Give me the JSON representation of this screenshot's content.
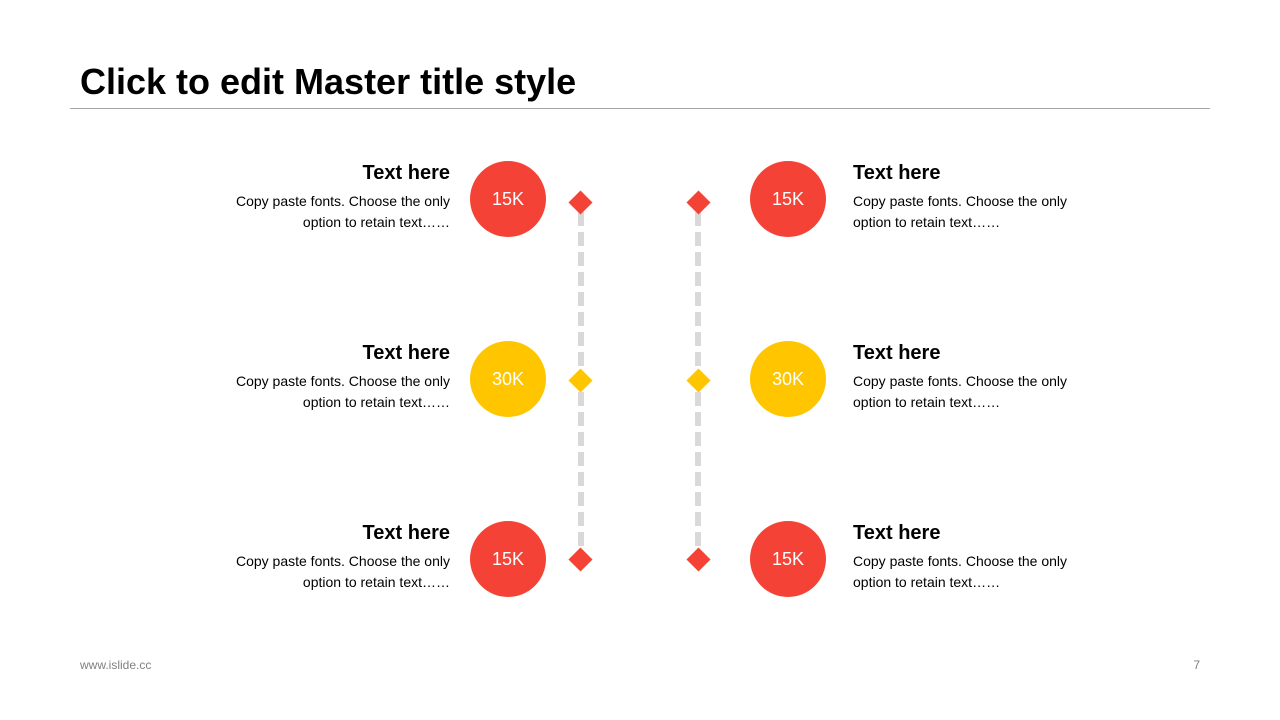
{
  "slide": {
    "title": "Click to edit Master title style",
    "footer_url": "www.islide.cc",
    "page_number": "7"
  },
  "colors": {
    "red": "#f44336",
    "yellow": "#ffc600",
    "dash": "#d9d9d9",
    "rule": "#a6a6a6"
  },
  "items": [
    {
      "heading": "Text here",
      "body_line1": "Copy paste fonts. Choose the only",
      "body_line2": "option to retain text……",
      "value": "15K",
      "color": "red"
    },
    {
      "heading": "Text here",
      "body_line1": "Copy paste fonts. Choose the only",
      "body_line2": "option to retain text……",
      "value": "15K",
      "color": "red"
    },
    {
      "heading": "Text here",
      "body_line1": "Copy paste fonts. Choose the only",
      "body_line2": "option to retain text……",
      "value": "30K",
      "color": "yellow"
    },
    {
      "heading": "Text here",
      "body_line1": "Copy paste fonts. Choose the only",
      "body_line2": "option to retain text……",
      "value": "30K",
      "color": "yellow"
    },
    {
      "heading": "Text here",
      "body_line1": "Copy paste fonts. Choose the only",
      "body_line2": "option to retain text……",
      "value": "15K",
      "color": "red"
    },
    {
      "heading": "Text here",
      "body_line1": "Copy paste fonts. Choose the only",
      "body_line2": "option to retain text……",
      "value": "15K",
      "color": "red"
    }
  ]
}
